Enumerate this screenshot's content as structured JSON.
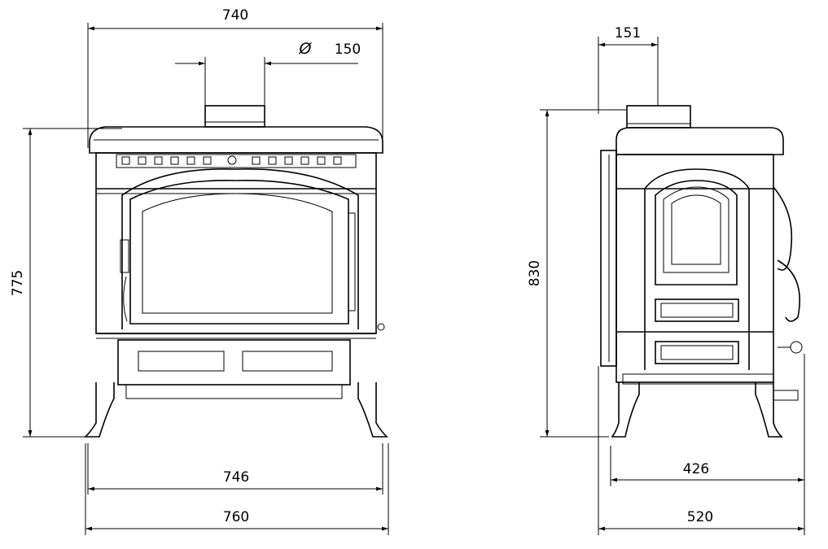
{
  "front_view": {
    "width_top": "740",
    "flue_symbol": "Ø",
    "flue_diameter": "150",
    "height": "775",
    "width_legs_inner": "746",
    "width_overall": "760"
  },
  "side_view": {
    "flue_offset": "151",
    "height": "830",
    "depth_legs": "426",
    "depth_overall": "520"
  }
}
